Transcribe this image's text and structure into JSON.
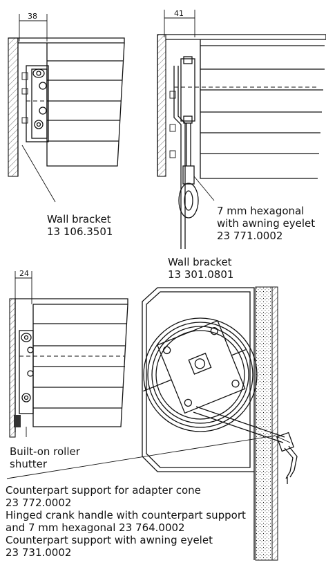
{
  "dimensions": {
    "d1": "38",
    "d2": "41",
    "d3": "24"
  },
  "labels": {
    "wall_bracket_1": {
      "line1": "Wall bracket",
      "line2": "13 106.3501"
    },
    "hexagonal": {
      "line1": "7 mm hexagonal",
      "line2": "with awning eyelet",
      "line3": "23 771.0002"
    },
    "wall_bracket_2": {
      "line1": "Wall bracket",
      "line2": "13 301.0801"
    },
    "built_on": {
      "line1": "Built-on roller",
      "line2": "shutter"
    },
    "bottom": {
      "line1": "Counterpart support for adapter cone",
      "line2": "23 772.0002",
      "line3": "Hinged crank handle with counterpart support",
      "line4": "and 7 mm hexagonal 23 764.0002",
      "line5": "Counterpart support with awning eyelet",
      "line6": "23 731.0002"
    }
  }
}
